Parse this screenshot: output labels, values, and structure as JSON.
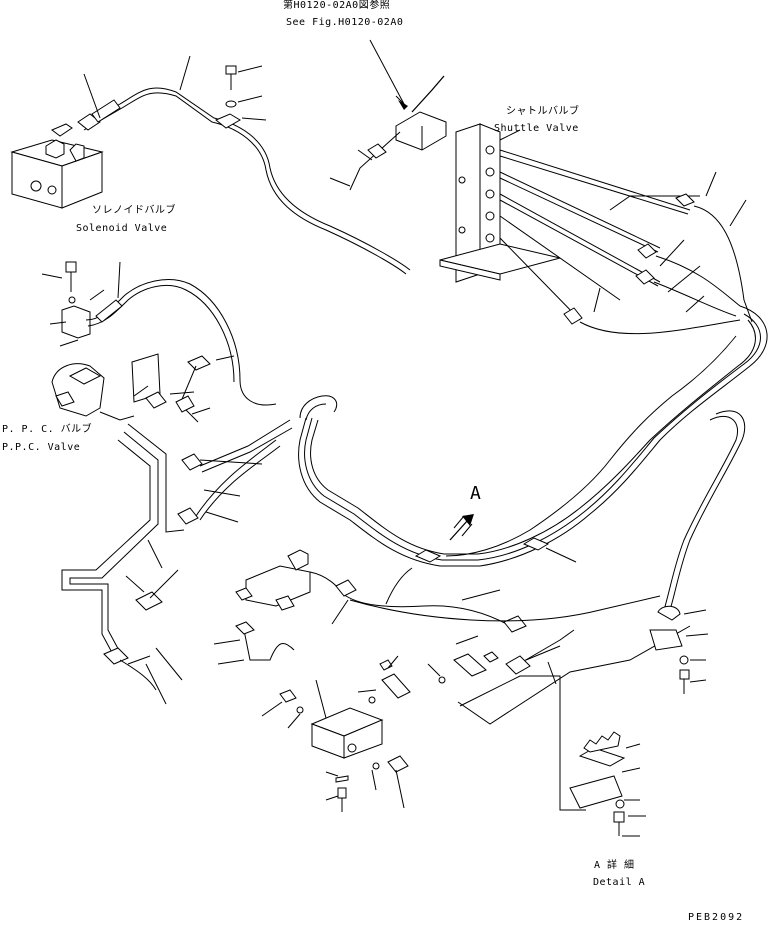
{
  "labels": {
    "ref_jp": "第H0120-02A0図参照",
    "ref_en": "See Fig.H0120-02A0",
    "shuttle_jp": "シャトルバルブ",
    "shuttle_en": "Shuttle Valve",
    "solenoid_jp": "ソレノイドバルブ",
    "solenoid_en": "Solenoid Valve",
    "ppc_jp": "P. P. C. バルブ",
    "ppc_en": "P.P.C. Valve",
    "view_arrow": "A",
    "detail_jp": "A 詳 細",
    "detail_en": "Detail A",
    "drawing_no": "PEB2092"
  }
}
